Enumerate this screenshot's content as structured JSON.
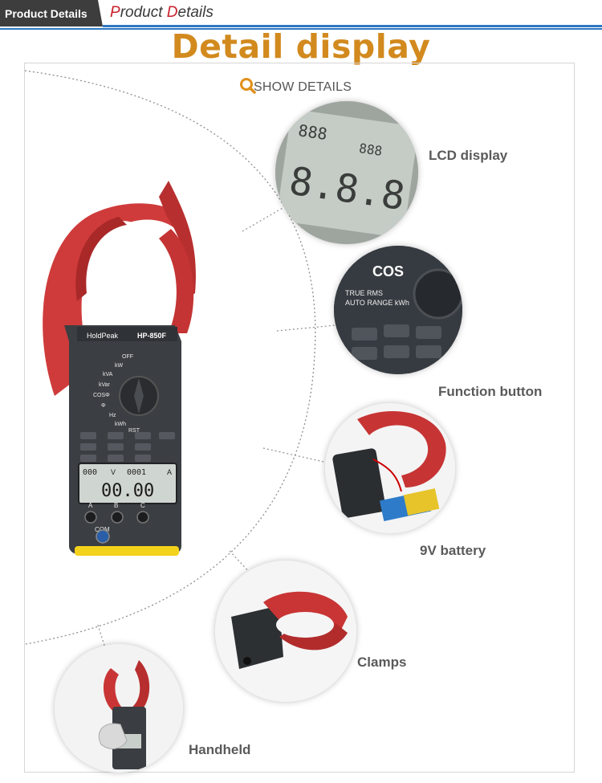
{
  "header": {
    "tab_label": "Product Details",
    "title_first_letter": "P",
    "title_first_rest": "roduct ",
    "title_second_letter": "D",
    "title_second_rest": "etails"
  },
  "main_title": "Detail display",
  "show_details": {
    "label": "SHOW DETAILS",
    "icon": "search-icon"
  },
  "device": {
    "brand": "HoldPeak",
    "model": "HP-850F",
    "lcd_top_left": "000",
    "lcd_top_unit_v": "V",
    "lcd_top_right": "0001",
    "lcd_top_unit_a": "A",
    "lcd_main": "00.00",
    "dial_labels": [
      "OFF",
      "kW",
      "kVA",
      "kVar",
      "COSΦ",
      "Φ",
      "Hz",
      "kWh",
      "RST"
    ],
    "ports": [
      "A",
      "B",
      "C",
      "COM"
    ]
  },
  "features": [
    {
      "label": "LCD display"
    },
    {
      "label": "Function button"
    },
    {
      "label": "9V battery"
    },
    {
      "label": "Clamps"
    },
    {
      "label": "Handheld"
    }
  ],
  "colors": {
    "accent": "#d28a1e",
    "red": "#c8202a",
    "blue": "#2f78c3",
    "body": "#3b3e42"
  }
}
